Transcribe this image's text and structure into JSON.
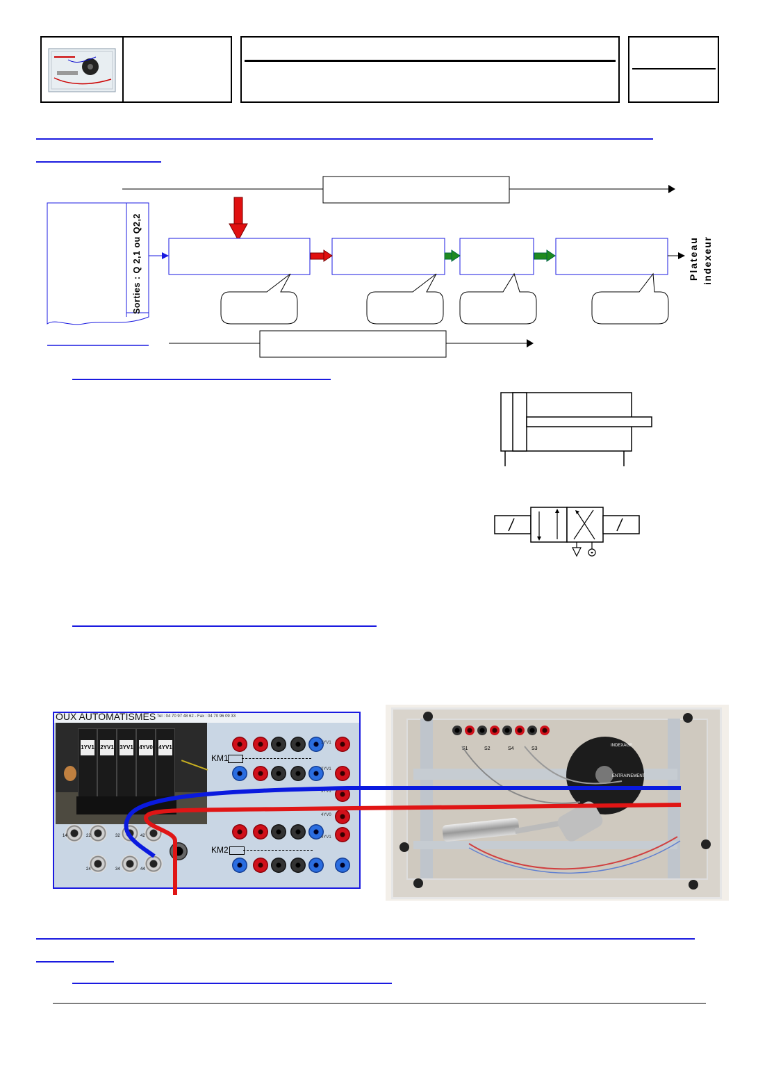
{
  "header": {
    "logo_icon": "training-bench-photo",
    "title_line": "",
    "ref_box": ""
  },
  "diagram": {
    "left_block_label": "Sorties : Q 2,1 ou Q2,2",
    "output_label_line1": "Plateau",
    "output_label_line2": "indexeur",
    "colors": {
      "energy_arrow": "#e01010",
      "mech_arrow": "#1f8a1f",
      "signal_line": "#1a1ae0",
      "underline": "#1a1ae0"
    }
  },
  "photo_left": {
    "banner": "OUX AUTOMATISMES",
    "banner_small": "Tel : 04 70 97 48 62 - Fax : 04 70 96 09 33",
    "valves": [
      "1YV1",
      "2YV1",
      "3YV1",
      "4YV0",
      "4YV1"
    ],
    "km1": "KM1",
    "km2": "KM2",
    "side_labels": [
      "1YV1",
      "2YV1",
      "3YV1",
      "4YV0",
      "4YV1"
    ],
    "port_labels": [
      "14",
      "22",
      "32",
      "42",
      "24",
      "34",
      "44"
    ]
  },
  "photo_right": {
    "labels": [
      "INDEXAGE",
      "ENTRAINEMENT"
    ],
    "connector_labels": [
      "S1",
      "S2",
      "S4",
      "S3"
    ]
  },
  "wires": {
    "blue": "#0a1adf",
    "red": "#e01515"
  }
}
